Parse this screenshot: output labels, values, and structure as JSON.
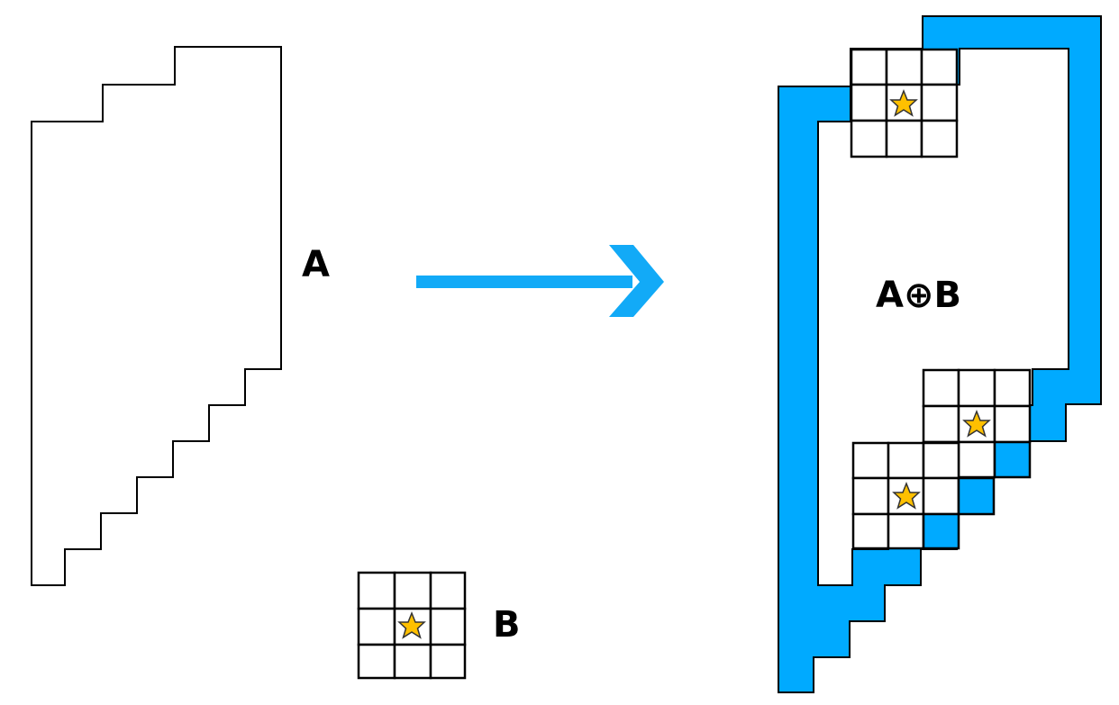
{
  "labels": {
    "set_a": "A",
    "set_b": "B",
    "dilation": "A⊕B"
  },
  "colors": {
    "dilation_fill": "#00aaff",
    "arrow": "#12aaf7",
    "star": "#ffc000",
    "outline": "#000000",
    "background": "#ffffff"
  },
  "icons": {
    "origin_marker": "star-icon",
    "operation_arrow": "arrow-right-icon"
  }
}
